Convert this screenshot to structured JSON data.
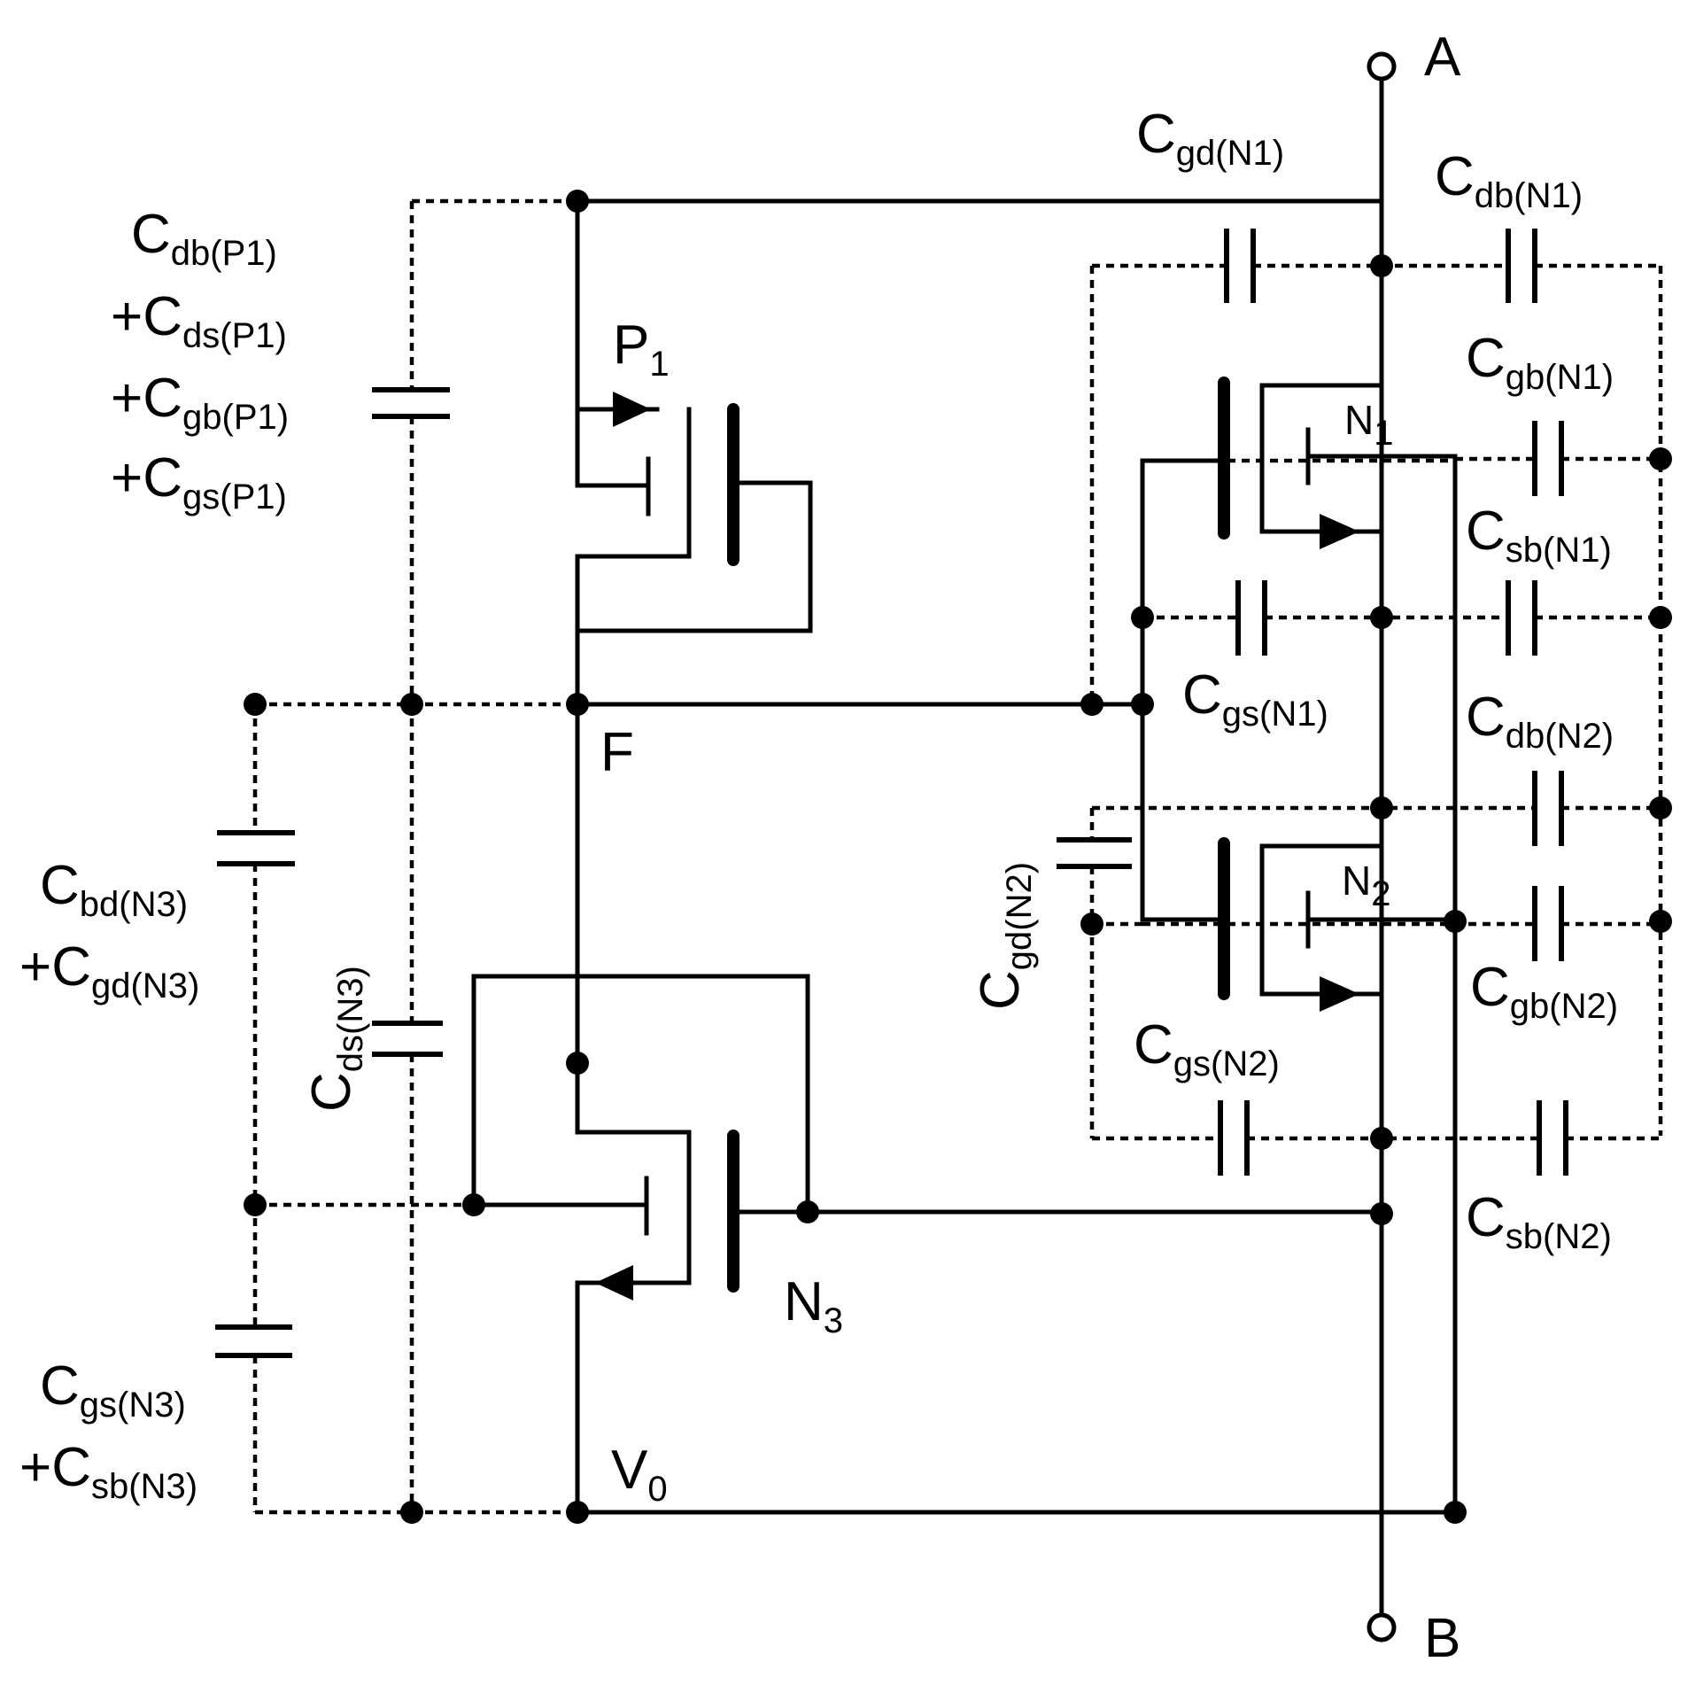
{
  "terminals": {
    "A": "A",
    "B": "B"
  },
  "nodes": {
    "F": "F",
    "V0": "V",
    "V0_sub": "0"
  },
  "transistors": {
    "P1": {
      "main": "P",
      "sub": "1"
    },
    "N1": {
      "main": "N",
      "sub": "1"
    },
    "N2": {
      "main": "N",
      "sub": "2"
    },
    "N3": {
      "main": "N",
      "sub": "3"
    }
  },
  "capacitors": {
    "cdb_p1": {
      "prefix": "",
      "main": "C",
      "sub": "db(P1)"
    },
    "cds_p1": {
      "prefix": "+",
      "main": "C",
      "sub": "ds(P1)"
    },
    "cgb_p1": {
      "prefix": "+",
      "main": "C",
      "sub": "gb(P1)"
    },
    "cgs_p1": {
      "prefix": "+",
      "main": "C",
      "sub": "gs(P1)"
    },
    "cbd_n3": {
      "prefix": "",
      "main": "C",
      "sub": "bd(N3)"
    },
    "cgd_n3": {
      "prefix": "+",
      "main": "C",
      "sub": "gd(N3)"
    },
    "cds_n3": {
      "prefix": "",
      "main": "C",
      "sub": "ds(N3)"
    },
    "cgs_n3": {
      "prefix": "",
      "main": "C",
      "sub": "gs(N3)"
    },
    "csb_n3": {
      "prefix": "+",
      "main": "C",
      "sub": "sb(N3)"
    },
    "cgd_n1": {
      "prefix": "",
      "main": "C",
      "sub": "gd(N1)"
    },
    "cdb_n1": {
      "prefix": "",
      "main": "C",
      "sub": "db(N1)"
    },
    "cgb_n1": {
      "prefix": "",
      "main": "C",
      "sub": "gb(N1)"
    },
    "csb_n1": {
      "prefix": "",
      "main": "C",
      "sub": "sb(N1)"
    },
    "cgs_n1": {
      "prefix": "",
      "main": "C",
      "sub": "gs(N1)"
    },
    "cdb_n2": {
      "prefix": "",
      "main": "C",
      "sub": "db(N2)"
    },
    "cgd_n2": {
      "prefix": "",
      "main": "C",
      "sub": "gd(N2)"
    },
    "cgb_n2": {
      "prefix": "",
      "main": "C",
      "sub": "gb(N2)"
    },
    "cgs_n2": {
      "prefix": "",
      "main": "C",
      "sub": "gs(N2)"
    },
    "csb_n2": {
      "prefix": "",
      "main": "C",
      "sub": "sb(N2)"
    }
  }
}
